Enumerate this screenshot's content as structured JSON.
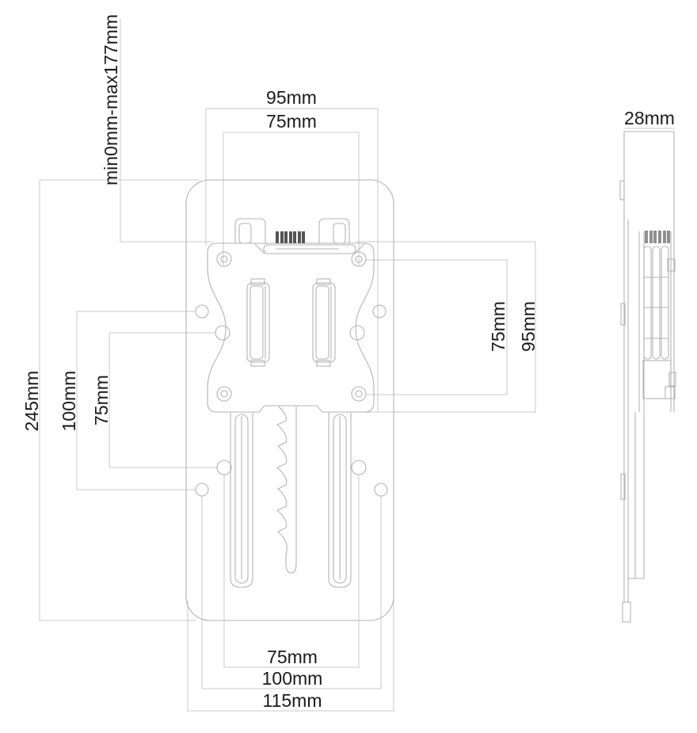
{
  "drawing": {
    "background": "#ffffff",
    "colors": {
      "object_line": "#b3b3b3",
      "dim_line": "#c9c9c9",
      "text": "#1a1a1a",
      "comb_front": "#555555",
      "comb_side": "#8f8f8f"
    },
    "dimensions": {
      "top_outer": "95mm",
      "top_inner": "75mm",
      "adjust_range": "min0mm-max177mm",
      "left_full": "245mm",
      "left_outer": "100mm",
      "left_inner": "75mm",
      "right_inner": "75mm",
      "right_outer": "95mm",
      "bottom_inner": "75mm",
      "bottom_mid": "100mm",
      "bottom_outer": "115mm",
      "side_depth": "28mm"
    }
  }
}
